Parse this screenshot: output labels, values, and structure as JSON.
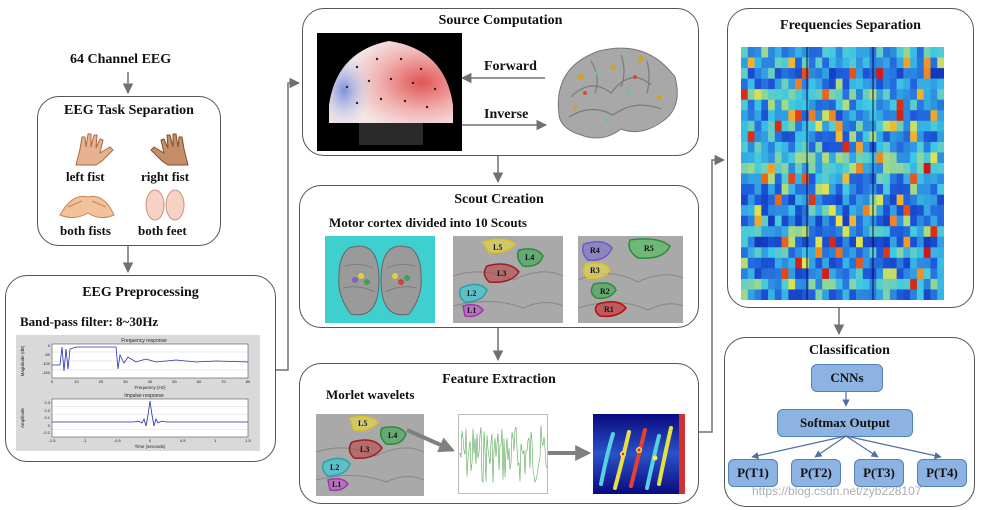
{
  "eeg_header": "64 Channel EEG",
  "task_sep": {
    "title": "EEG Task Separation",
    "labels": [
      "left fist",
      "right fist",
      "both fists",
      "both feet"
    ]
  },
  "preproc": {
    "title": "EEG Preprocessing",
    "filter": "Band-pass filter: 8~30Hz",
    "freq_plot_title": "Frequency response",
    "freq_xlabel": "Frequency (Hz)",
    "freq_ylabel": "Magnitude (dB)",
    "freq_yticks": [
      "0",
      "-50",
      "-100",
      "-150"
    ],
    "freq_xticks": [
      "0",
      "10",
      "20",
      "30",
      "40",
      "50",
      "60",
      "70",
      "80"
    ],
    "imp_plot_title": "Impulse response",
    "imp_xlabel": "Time (seconds)",
    "imp_ylabel": "Amplitude",
    "imp_yticks": [
      "0.3",
      "0.2",
      "0.1",
      "0",
      "-0.1"
    ],
    "imp_xticks": [
      "-1.5",
      "-1",
      "-0.5",
      "0",
      "0.5",
      "1",
      "1.5"
    ]
  },
  "source": {
    "title": "Source Computation",
    "forward": "Forward",
    "inverse": "Inverse"
  },
  "scout": {
    "title": "Scout Creation",
    "subtitle": "Motor cortex divided into 10 Scouts",
    "left_labels": [
      "L5",
      "L4",
      "L3",
      "L2",
      "L1"
    ],
    "right_labels": [
      "R4",
      "R5",
      "R3",
      "R2",
      "R1"
    ]
  },
  "feature": {
    "title": "Feature Extraction",
    "subtitle": "Morlet wavelets"
  },
  "freqsep": {
    "title": "Frequencies Separation"
  },
  "classif": {
    "title": "Classification",
    "cnn": "CNNs",
    "softmax": "Softmax Output",
    "outputs": [
      "P(T1)",
      "P(T2)",
      "P(T3)",
      "P(T4)"
    ]
  },
  "watermark": "https://blog.csdn.net/zyb228107"
}
